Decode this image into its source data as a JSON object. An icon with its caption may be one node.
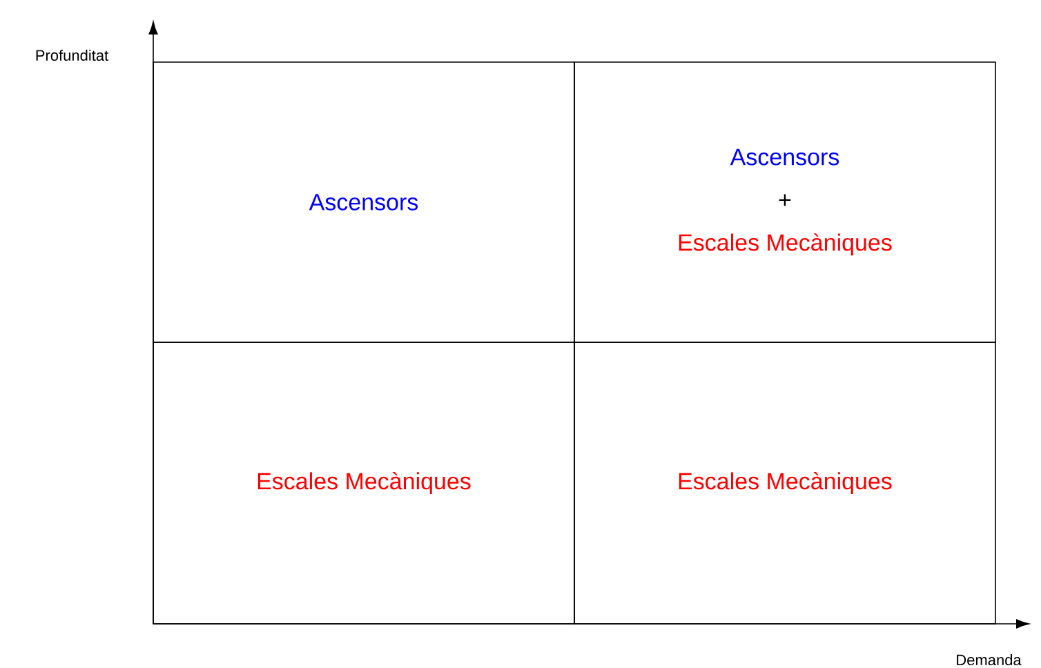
{
  "diagram": {
    "nodes": [
      {
        "text": [
          "Ascensors"
        ]
      },
      {
        "text": [
          "Ascensors",
          "+",
          "Escales Mecàniques"
        ]
      },
      {
        "text": [
          "Escales Mecàniques"
        ]
      },
      {
        "text": [
          "Escales Mecàniques"
        ]
      }
    ],
    "labels": [
      "Profunditat",
      "Demanda"
    ]
  }
}
